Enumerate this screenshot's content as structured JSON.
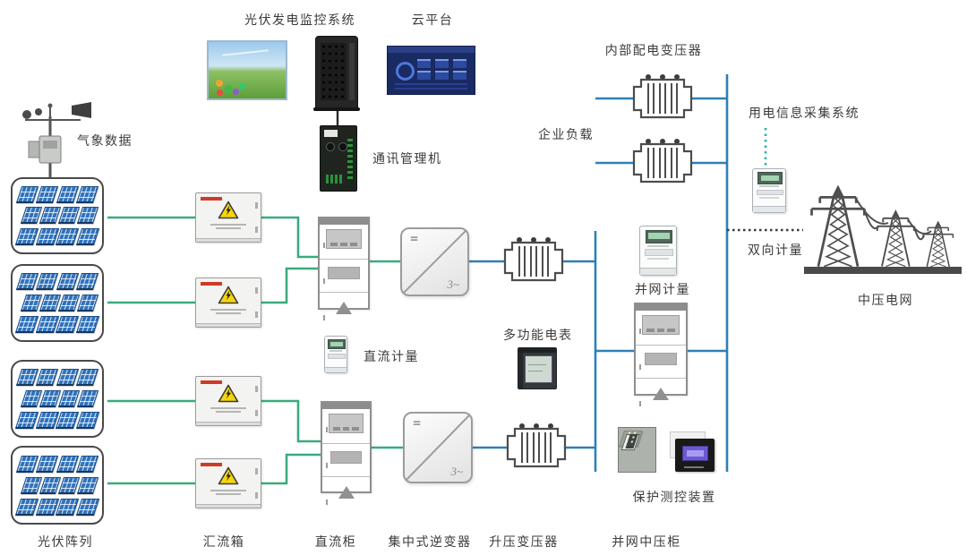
{
  "labels": {
    "pv_monitor_system": "光伏发电监控系统",
    "cloud_platform": "云平台",
    "weather_data": "气象数据",
    "comm_manager": "通讯管理机",
    "internal_dist_transformer": "内部配电变压器",
    "enterprise_load": "企业负载",
    "power_info_collection": "用电信息采集系统",
    "bidirectional_metering": "双向计量",
    "mv_grid": "中压电网",
    "grid_conn_metering": "并网计量",
    "dc_metering": "直流计量",
    "multifunction_meter": "多功能电表",
    "protection_device": "保护测控装置",
    "pv_array": "光伏阵列",
    "combiner_box": "汇流箱",
    "dc_cabinet": "直流柜",
    "central_inverter": "集中式逆变器",
    "stepup_transformer": "升压变压器",
    "grid_mv_cabinet": "并网中压柜"
  },
  "symbols": {
    "dc": "=",
    "three_phase": "3~"
  },
  "colors": {
    "dc_line": "#3aab7d",
    "ac_line": "#2e80b6",
    "data_dotted": "#2ab5ac",
    "metering_dotted": "#3a3a3a",
    "panel_blue": "#2e72bd",
    "warning_yellow": "#f6d50a"
  }
}
